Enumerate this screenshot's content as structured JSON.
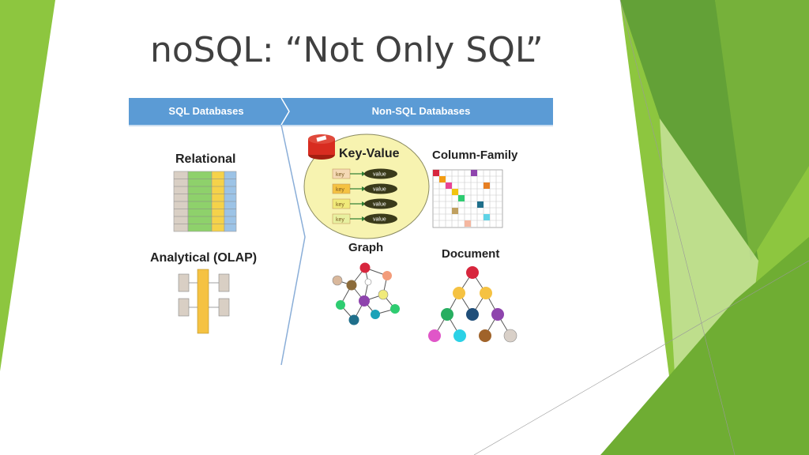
{
  "slide": {
    "title": "noSQL: “Not Only SQL”"
  },
  "colors": {
    "green_light": "#8dc63f",
    "green_dark": "#5a9a2a",
    "header_blue": "#5b9bd5",
    "keyvalue_circle": "#f7f3b0",
    "olap_bar": "#f5c242"
  },
  "diagram": {
    "sql_header": "SQL Databases",
    "nosql_header": "Non-SQL Databases",
    "relational_label": "Relational",
    "olap_label": "Analytical (OLAP)",
    "keyvalue_label": "Key-Value",
    "columnfamily_label": "Column-Family",
    "graph_label": "Graph",
    "document_label": "Document",
    "key_text": "key",
    "value_text": "value",
    "redis_icon": "redis-logo-icon"
  }
}
